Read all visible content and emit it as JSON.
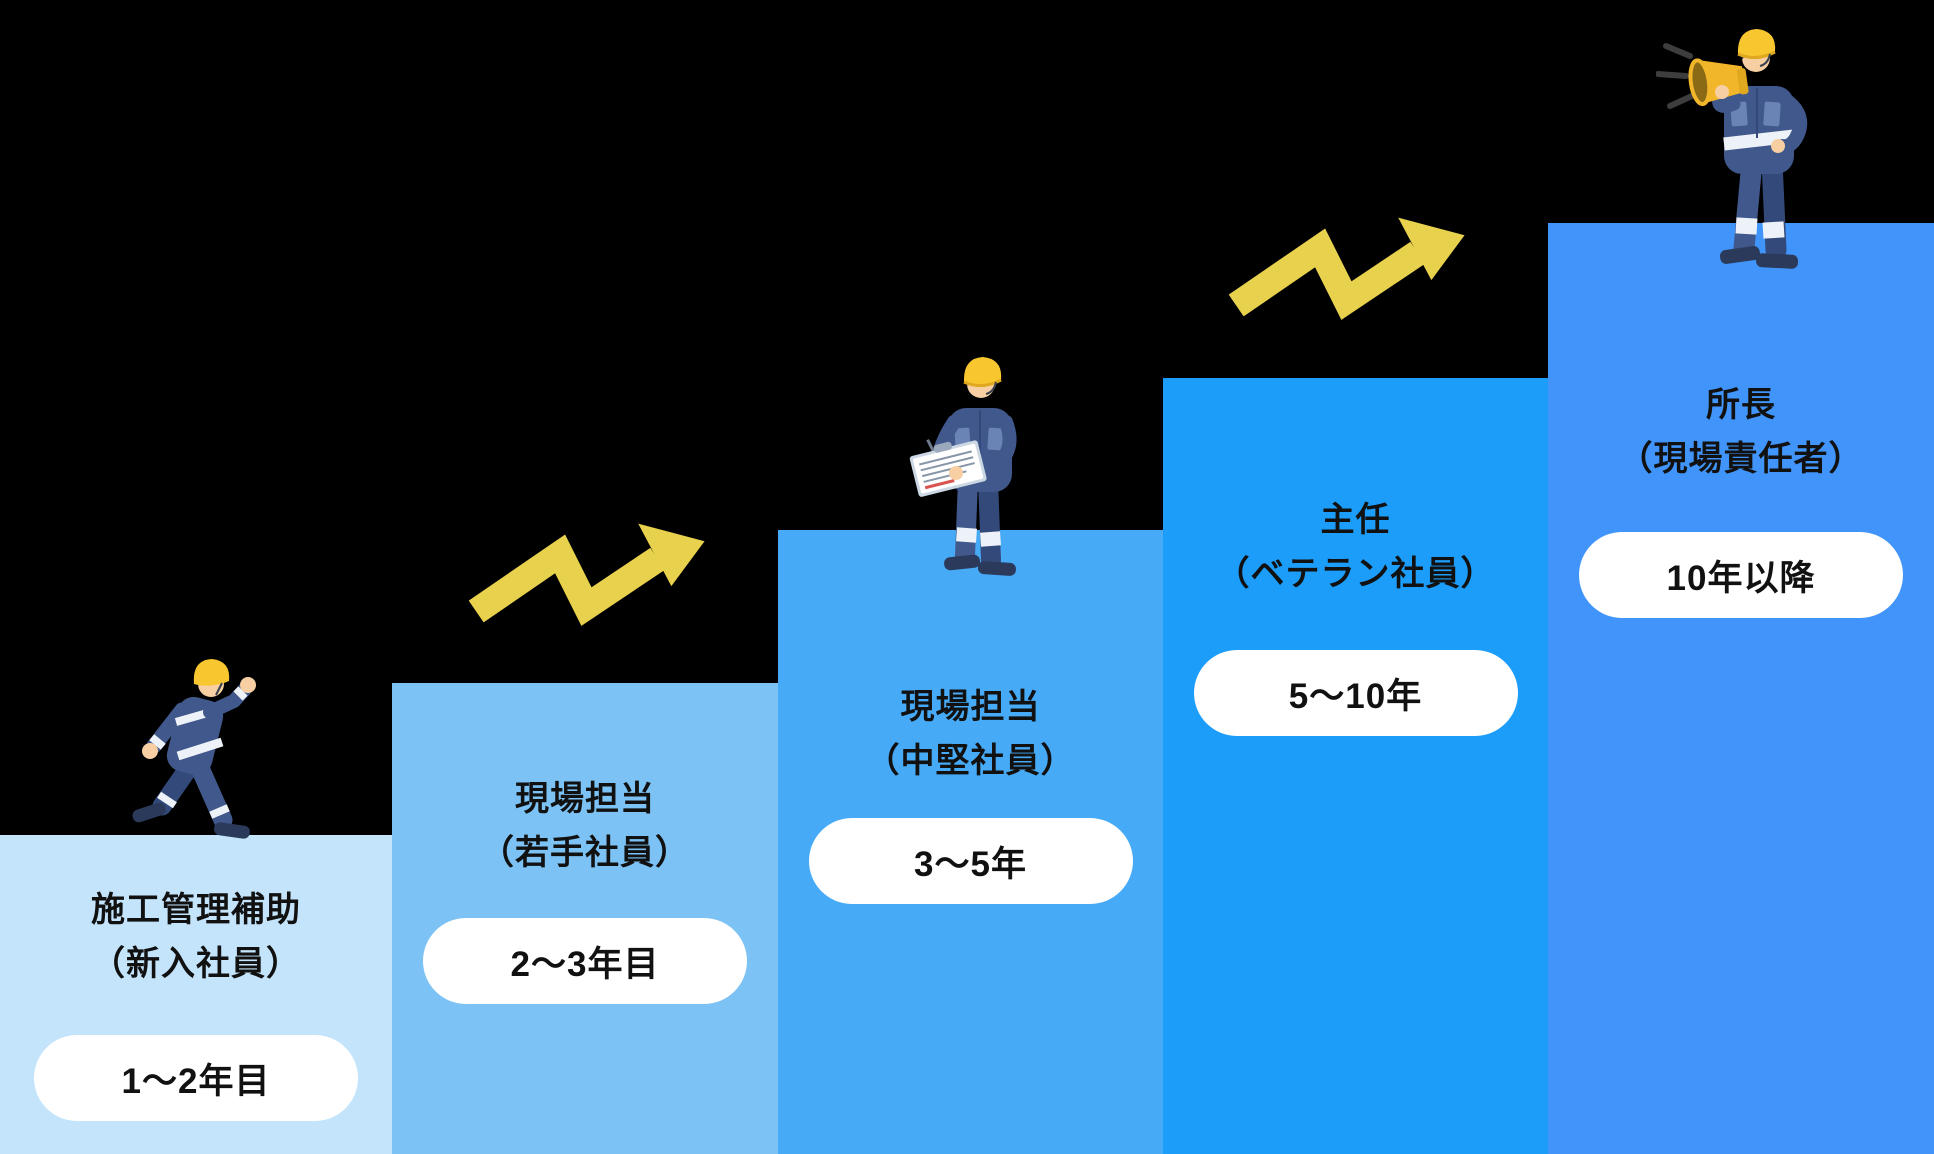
{
  "background": "#000000",
  "palette": {
    "background": "#000000",
    "text": "#111111",
    "pill_bg": "#FFFFFF",
    "yellow": "#E8D24D",
    "helmet": "#F8C62E",
    "helmet_shade": "#E0A81F",
    "megaphone": "#F2B62B",
    "megaphone_dark": "#8A6A15",
    "suit": "#40588C",
    "suit_dark": "#32497A",
    "shoe": "#2B3A5A",
    "skin": "#F7CFA2",
    "stripe": "#EDF2F8",
    "pocket": "#6A85B5",
    "hair": "#39414E",
    "sound": "#3D3D3D",
    "board": "#CBD8E4",
    "paper_line": "#8796A8",
    "paper_red": "#D8554F"
  },
  "steps": [
    {
      "title_line1": "施工管理補助",
      "title_line2": "（新入社員）",
      "tenure": "1〜2年目",
      "color": "#C3E4FB"
    },
    {
      "title_line1": "現場担当",
      "title_line2": "（若手社員）",
      "tenure": "2〜3年目",
      "color": "#7CC2F4"
    },
    {
      "title_line1": "現場担当",
      "title_line2": "（中堅社員）",
      "tenure": "3〜5年",
      "color": "#46AAF7"
    },
    {
      "title_line1": "主任",
      "title_line2": "（ベテラン社員）",
      "tenure": "5〜10年",
      "color": "#1C9DFA"
    },
    {
      "title_line1": "所長",
      "title_line2": "（現場責任者）",
      "tenure": "10年以降",
      "color": "#4195FA"
    }
  ],
  "icons": {
    "runner": "worker-running-icon",
    "clipboard": "worker-clipboard-icon",
    "megaphone": "worker-megaphone-icon",
    "arrow": "zigzag-trend-up-arrow-icon"
  }
}
